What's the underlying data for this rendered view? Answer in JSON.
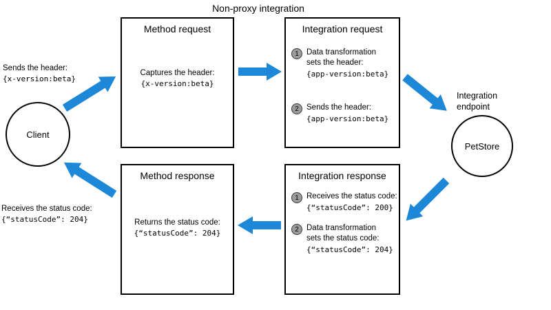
{
  "title": "Non-proxy integration",
  "colors": {
    "arrow": "#1d87d8",
    "badge": "#9c9c9c"
  },
  "client": {
    "label": "Client",
    "sends_line": "Sends the header:",
    "sends_code": "{x-version:beta}",
    "receives_line": "Receives the status code:",
    "receives_code": "{“statusCode”: 204}"
  },
  "method_request": {
    "title": "Method request",
    "body_line": "Captures the header:",
    "body_code": "{x-version:beta}"
  },
  "integration_request": {
    "title": "Integration request",
    "items": [
      {
        "num": "1",
        "text": "Data transformation\nsets the header:",
        "code": "{app-version:beta}"
      },
      {
        "num": "2",
        "text": "Sends the header:",
        "code": "{app-version:beta}"
      }
    ]
  },
  "endpoint": {
    "label": "Integration\nendpoint",
    "node_label": "PetStore"
  },
  "integration_response": {
    "title": "Integration response",
    "items": [
      {
        "num": "1",
        "text": "Receives the status code:",
        "code": "{“statusCode”: 200}"
      },
      {
        "num": "2",
        "text": "Data transformation\nsets the status code:",
        "code": "{“statusCode”: 204}"
      }
    ]
  },
  "method_response": {
    "title": "Method response",
    "body_line": "Returns the status code:",
    "body_code": "{“statusCode”: 204}"
  }
}
